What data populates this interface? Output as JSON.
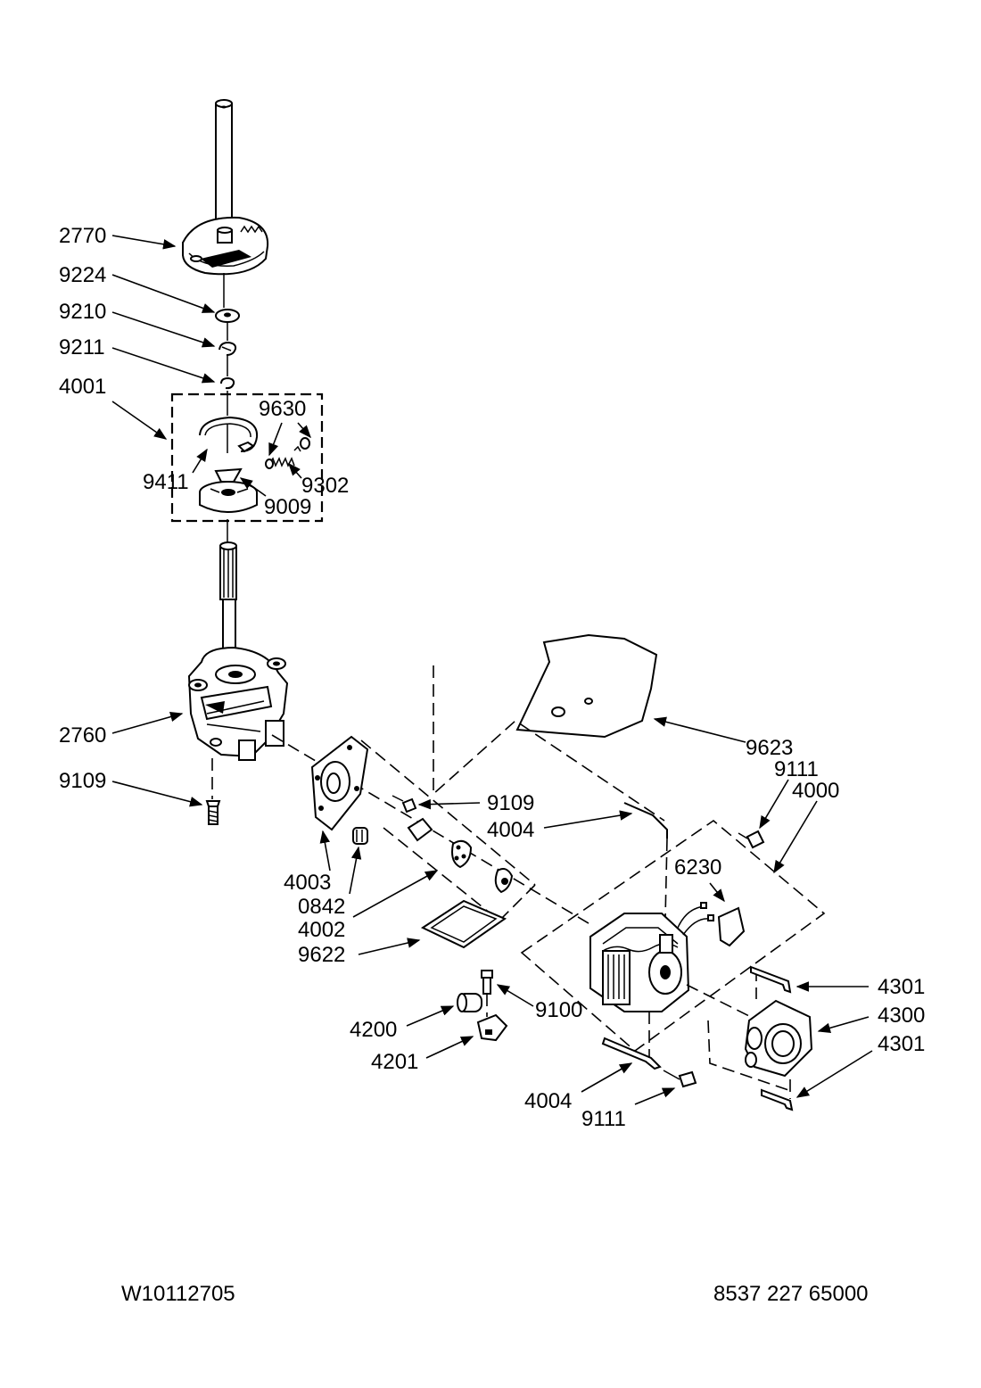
{
  "diagram": {
    "callouts": {
      "c2770": "2770",
      "c9224": "9224",
      "c9210": "9210",
      "c9211": "9211",
      "c4001": "4001",
      "c9630": "9630",
      "c9411": "9411",
      "c9302": "9302",
      "c9009": "9009",
      "c2760": "2760",
      "c9109a": "9109",
      "c9109b": "9109",
      "c4003": "4003",
      "c0842": "0842",
      "c4002": "4002",
      "c9622": "9622",
      "c4004a": "4004",
      "c9623": "9623",
      "c9111a": "9111",
      "c4000": "4000",
      "c6230": "6230",
      "c9100": "9100",
      "c4200": "4200",
      "c4201": "4201",
      "c4004b": "4004",
      "c9111b": "9111",
      "c4301a": "4301",
      "c4300": "4300",
      "c4301b": "4301"
    }
  },
  "footer": {
    "left_code": "W10112705",
    "right_code": "8537 227 65000"
  }
}
